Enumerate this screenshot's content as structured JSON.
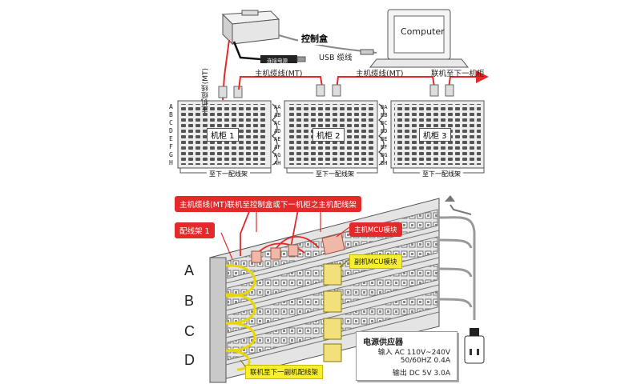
{
  "top": {
    "control_box": "控制盒",
    "computer": "Computer",
    "usb_cable": "USB 缆线",
    "power_tag": "连接电源",
    "main_cable_vertical": "主机缆线(MT)",
    "main_cable_1": "主机缆线(MT)",
    "main_cable_2": "主机缆线(MT)",
    "next_cabinet": "联机至下一机柜",
    "rows_left": [
      "A",
      "B",
      "C",
      "D",
      "E",
      "F",
      "G",
      "H"
    ],
    "rows_mid": [
      "AA",
      "AB",
      "AC",
      "AD",
      "AE",
      "AF",
      "AG",
      "AH"
    ],
    "rows_right": [
      "BA",
      "BB",
      "BC",
      "BD",
      "BE",
      "BF",
      "BG",
      "BH"
    ],
    "cabinets": [
      "机柜 1",
      "机柜 2",
      "机柜 3"
    ],
    "to_next_patch": "至下一配线架"
  },
  "bottom": {
    "callout_main": "主机缆线(MT)联机至控制盒或下一机柜之主机配线架",
    "callout_patch1": "配线架 1",
    "callout_main_mcu": "主机MCU模块",
    "callout_sub_mcu": "副机MCU模块",
    "callout_next_sub": "联机至下一副机配线架",
    "rows": [
      "A",
      "B",
      "C",
      "D"
    ],
    "psu": {
      "title": "电源供应器",
      "input": "输入 AC 110V~240V",
      "freq": "50/60HZ 0.4A",
      "output": "输出 DC 5V 3.0A"
    }
  },
  "colors": {
    "red": "#e22a2a",
    "yellow": "#f6ef2f",
    "panel": "#d7d7d7"
  }
}
